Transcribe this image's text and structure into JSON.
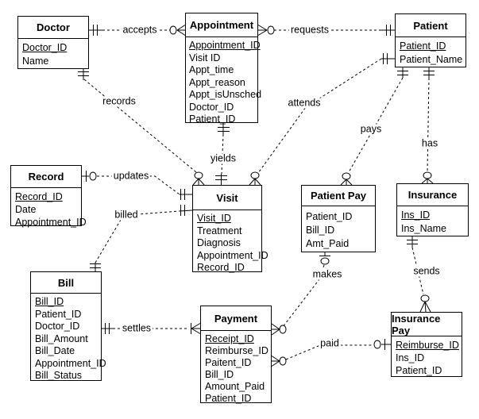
{
  "diagram_type": "entity-relationship-diagram",
  "notation": "crow's foot",
  "entities": [
    {
      "name": "Doctor",
      "attributes": [
        {
          "name": "Doctor_ID",
          "primary_key": true
        },
        {
          "name": "Name",
          "primary_key": false
        }
      ]
    },
    {
      "name": "Appointment",
      "attributes": [
        {
          "name": "Appointment_ID",
          "primary_key": true
        },
        {
          "name": "Visit ID",
          "primary_key": false
        },
        {
          "name": "Appt_time",
          "primary_key": false
        },
        {
          "name": "Appt_reason",
          "primary_key": false
        },
        {
          "name": "Appt_isUnsched",
          "primary_key": false
        },
        {
          "name": "Doctor_ID",
          "primary_key": false
        },
        {
          "name": "Patient_ID",
          "primary_key": false
        }
      ]
    },
    {
      "name": "Patient",
      "attributes": [
        {
          "name": "Patient_ID",
          "primary_key": true
        },
        {
          "name": "Patient_Name",
          "primary_key": false
        }
      ]
    },
    {
      "name": "Record",
      "attributes": [
        {
          "name": "Record_ID",
          "primary_key": true
        },
        {
          "name": "Date",
          "primary_key": false
        },
        {
          "name": "Appointment_ID",
          "primary_key": false
        }
      ]
    },
    {
      "name": "Visit",
      "attributes": [
        {
          "name": "Visit_ID",
          "primary_key": true
        },
        {
          "name": "Treatment",
          "primary_key": false
        },
        {
          "name": "Diagnosis",
          "primary_key": false
        },
        {
          "name": "Appointment_ID",
          "primary_key": false
        },
        {
          "name": "Record_ID",
          "primary_key": false
        }
      ]
    },
    {
      "name": "Patient Pay",
      "attributes": [
        {
          "name": "Patient_ID",
          "primary_key": false
        },
        {
          "name": "Bill_ID",
          "primary_key": false
        },
        {
          "name": "Amt_Paid",
          "primary_key": false
        }
      ]
    },
    {
      "name": "Insurance",
      "attributes": [
        {
          "name": "Ins_ID",
          "primary_key": true
        },
        {
          "name": "Ins_Name",
          "primary_key": false
        }
      ]
    },
    {
      "name": "Bill",
      "attributes": [
        {
          "name": "Bill_ID",
          "primary_key": true
        },
        {
          "name": "Patient_ID",
          "primary_key": false
        },
        {
          "name": "Doctor_ID",
          "primary_key": false
        },
        {
          "name": "Bill_Amount",
          "primary_key": false
        },
        {
          "name": "Bill_Date",
          "primary_key": false
        },
        {
          "name": "Appointment_ID",
          "primary_key": false
        },
        {
          "name": "Bill_Status",
          "primary_key": false
        }
      ]
    },
    {
      "name": "Payment",
      "attributes": [
        {
          "name": "Receipt_ID",
          "primary_key": true
        },
        {
          "name": "Reimburse_ID",
          "primary_key": false
        },
        {
          "name": "Paitent_ID",
          "primary_key": false
        },
        {
          "name": "Bill_ID",
          "primary_key": false
        },
        {
          "name": "Amount_Paid",
          "primary_key": false
        },
        {
          "name": "Patient_ID",
          "primary_key": false
        }
      ]
    },
    {
      "name": "Insurance Pay",
      "attributes": [
        {
          "name": "Reimburse_ID",
          "primary_key": true
        },
        {
          "name": "Ins_ID",
          "primary_key": false
        },
        {
          "name": "Patient_ID",
          "primary_key": false
        }
      ]
    }
  ],
  "relationships": [
    {
      "label": "accepts",
      "from": "Doctor",
      "to": "Appointment",
      "from_cardinality": "exactly-one",
      "to_cardinality": "zero-or-many"
    },
    {
      "label": "requests",
      "from": "Patient",
      "to": "Appointment",
      "from_cardinality": "exactly-one",
      "to_cardinality": "zero-or-many"
    },
    {
      "label": "records",
      "from": "Doctor",
      "to": "Visit",
      "from_cardinality": "exactly-one",
      "to_cardinality": "zero-or-many"
    },
    {
      "label": "attends",
      "from": "Patient",
      "to": "Visit",
      "from_cardinality": "exactly-one",
      "to_cardinality": "zero-or-many"
    },
    {
      "label": "yields",
      "from": "Appointment",
      "to": "Visit",
      "from_cardinality": "exactly-one",
      "to_cardinality": "exactly-one"
    },
    {
      "label": "updates",
      "from": "Record",
      "to": "Visit",
      "from_cardinality": "zero-or-one",
      "to_cardinality": "exactly-one"
    },
    {
      "label": "billed",
      "from": "Bill",
      "to": "Visit",
      "from_cardinality": "exactly-one",
      "to_cardinality": "exactly-one"
    },
    {
      "label": "pays",
      "from": "Patient",
      "to": "Patient Pay",
      "from_cardinality": "exactly-one",
      "to_cardinality": "zero-or-many"
    },
    {
      "label": "has",
      "from": "Patient",
      "to": "Insurance",
      "from_cardinality": "exactly-one",
      "to_cardinality": "zero-or-many"
    },
    {
      "label": "makes",
      "from": "Patient Pay",
      "to": "Payment",
      "from_cardinality": "zero-or-one",
      "to_cardinality": "zero-or-many"
    },
    {
      "label": "settles",
      "from": "Bill",
      "to": "Payment",
      "from_cardinality": "exactly-one",
      "to_cardinality": "one-or-many"
    },
    {
      "label": "sends",
      "from": "Insurance",
      "to": "Insurance Pay",
      "from_cardinality": "exactly-one",
      "to_cardinality": "zero-or-many"
    },
    {
      "label": "paid",
      "from": "Payment",
      "to": "Insurance Pay",
      "from_cardinality": "zero-or-many",
      "to_cardinality": "zero-or-one"
    }
  ]
}
